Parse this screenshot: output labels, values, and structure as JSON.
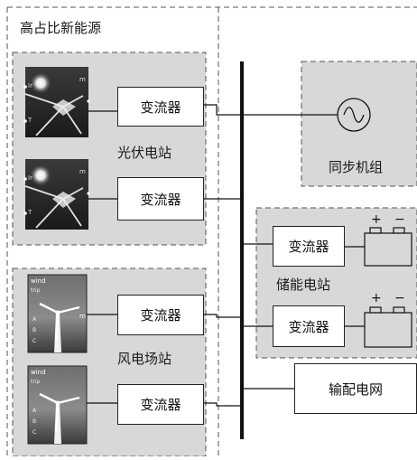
{
  "region_title": "高占比新能源",
  "pv_station": {
    "label": "光伏电站",
    "converters": [
      "变流器",
      "变流器"
    ],
    "panel_text": {
      "ir": "Ir",
      "t": "T",
      "m": "m"
    }
  },
  "wind_farm": {
    "label": "风电场站",
    "converters": [
      "变流器",
      "变流器"
    ],
    "panel_text": {
      "wind": "wind",
      "trip": "trip",
      "a": "A",
      "b": "B",
      "c": "C",
      "m": "m"
    }
  },
  "sync_gen": {
    "label": "同步机组",
    "symbol": "ac-source-icon"
  },
  "storage": {
    "label": "储能电站",
    "converters": [
      "变流器",
      "变流器"
    ],
    "battery_plus": "+",
    "battery_minus": "−"
  },
  "grid": {
    "label": "输配电网"
  },
  "colors": {
    "panel_bg": "#d8d8d8",
    "dash": "#555555",
    "line": "#111111"
  }
}
